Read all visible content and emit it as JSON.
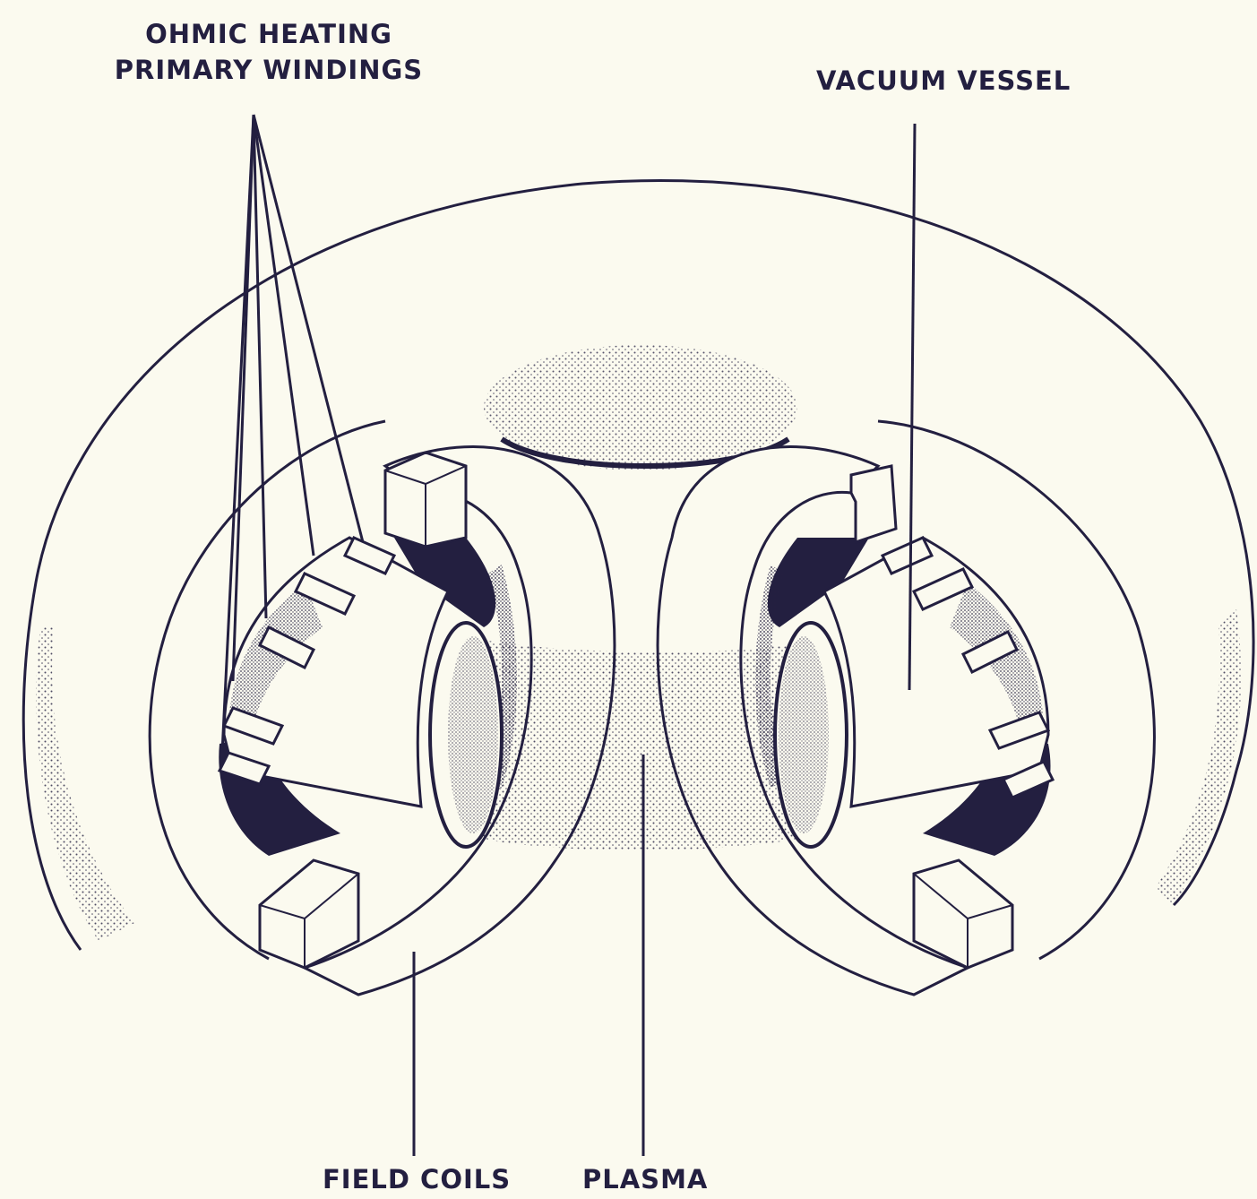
{
  "labels": {
    "ohmic_line1": "OHMIC HEATING",
    "ohmic_line2": "PRIMARY WINDINGS",
    "vacuum_vessel": "VACUUM VESSEL",
    "field_coils": "FIELD COILS",
    "plasma": "PLASMA"
  },
  "colors": {
    "background": "#fbfaef",
    "ink": "#231f40"
  }
}
